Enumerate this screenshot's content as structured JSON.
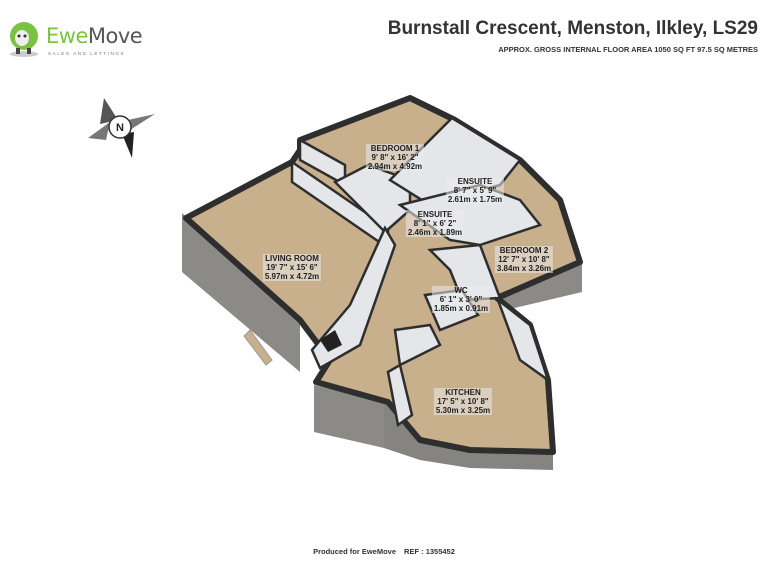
{
  "brand": {
    "name_part1": "Ewe",
    "name_part2": "Move",
    "tagline": "SALES AND LETTINGS"
  },
  "header": {
    "title": "Burnstall Crescent, Menston, Ilkley, LS29",
    "subtitle": "APPROX. GROSS INTERNAL FLOOR AREA 1050 SQ FT 97.5 SQ METRES"
  },
  "compass": {
    "label": "N"
  },
  "rooms": [
    {
      "name": "BEDROOM 1",
      "imperial": "9' 8\" x 16' 2\"",
      "metric": "2.94m x 4.92m"
    },
    {
      "name": "ENSUITE",
      "imperial": "8' 7\" x 5' 9\"",
      "metric": "2.61m x 1.75m"
    },
    {
      "name": "ENSUITE",
      "imperial": "8' 1\" x 6' 2\"",
      "metric": "2.46m x 1.89m"
    },
    {
      "name": "BEDROOM 2",
      "imperial": "12' 7\" x 10' 8\"",
      "metric": "3.84m x 3.26m"
    },
    {
      "name": "LIVING ROOM",
      "imperial": "19' 7\" x 15' 6\"",
      "metric": "5.97m x 4.72m"
    },
    {
      "name": "WC",
      "imperial": "6' 1\" x 3' 0\"",
      "metric": "1.85m x 0.91m"
    },
    {
      "name": "KITCHEN",
      "imperial": "17' 5\" x 10' 8\"",
      "metric": "5.30m x 3.25m"
    }
  ],
  "footer": {
    "produced": "Produced for EweMove",
    "ref": "REF : 1355452"
  },
  "colors": {
    "floor": "#c8b08c",
    "wall": "#2e2e2e",
    "brick": "#8b8a86",
    "interior_wall": "#e4e6ea",
    "brand_green": "#7cc242"
  }
}
